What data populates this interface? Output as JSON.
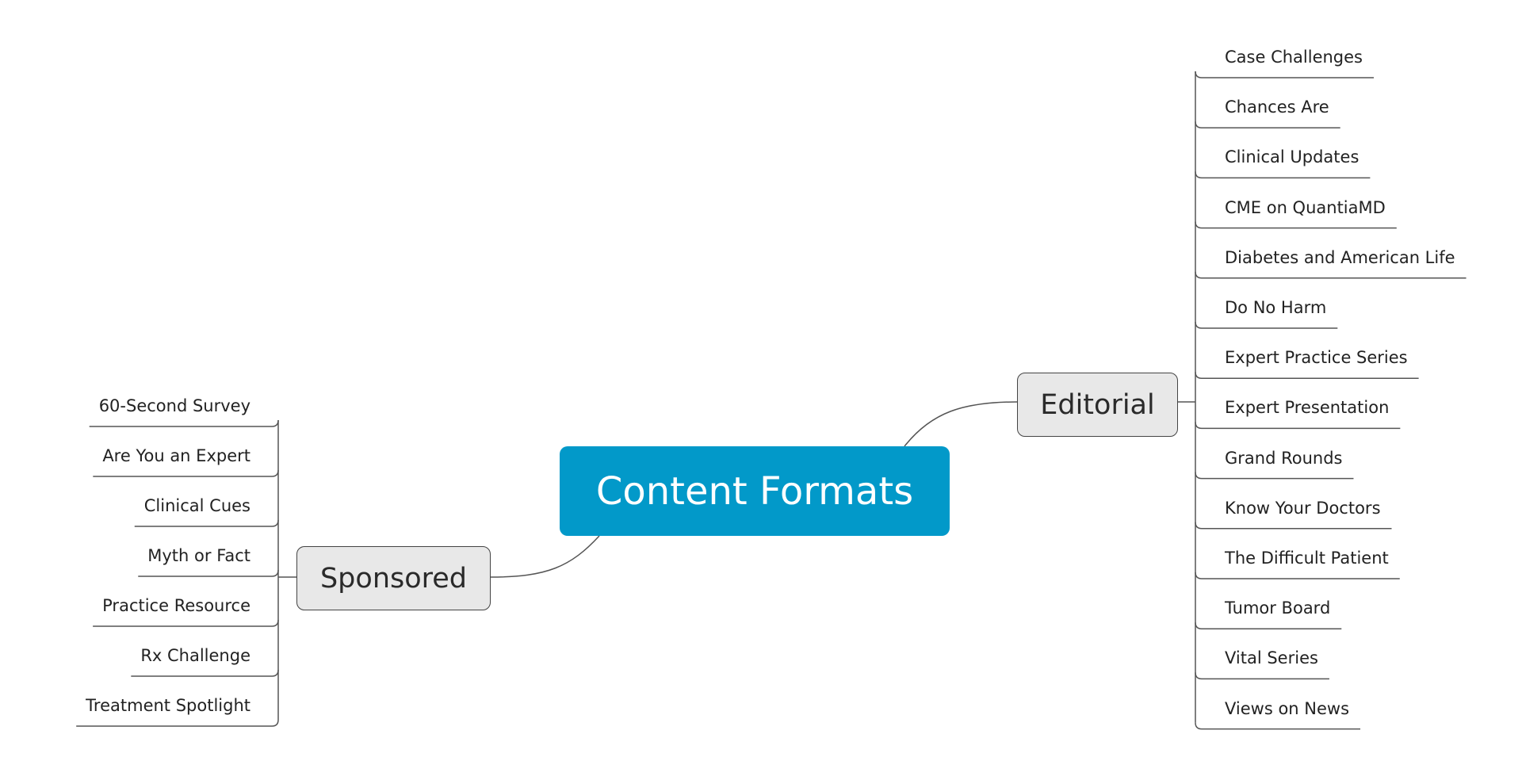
{
  "central": {
    "label": "Content Formats",
    "color": "#0299c9"
  },
  "editorial": {
    "label": "Editorial",
    "items": [
      "Case Challenges",
      "Chances Are",
      "Clinical Updates",
      "CME on QuantiaMD",
      "Diabetes and American Life",
      "Do No Harm",
      "Expert Practice Series",
      "Expert Presentation",
      "Grand Rounds",
      "Know Your Doctors",
      "The Difficult Patient",
      "Tumor Board",
      "Vital Series",
      "Views on News"
    ]
  },
  "sponsored": {
    "label": "Sponsored",
    "items": [
      "60-Second Survey",
      "Are You an Expert",
      "Clinical Cues",
      "Myth or Fact",
      "Practice Resource",
      "Rx Challenge",
      "Treatment Spotlight"
    ]
  }
}
